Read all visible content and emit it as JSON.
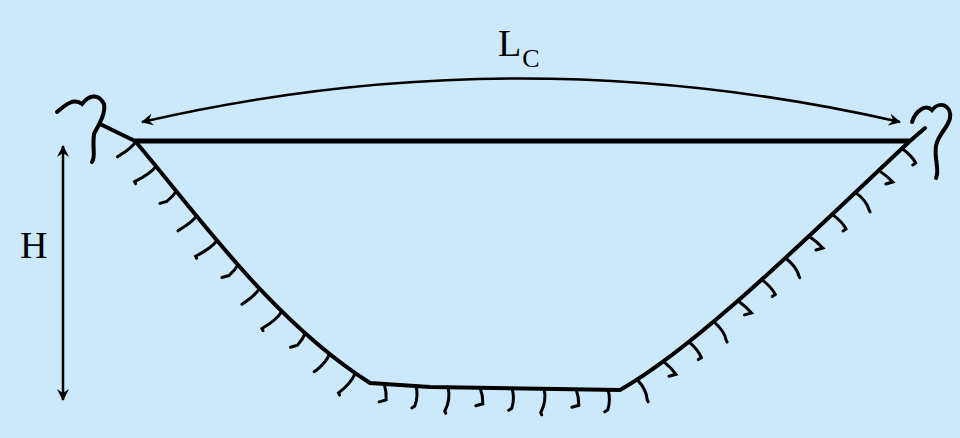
{
  "diagram": {
    "labels": [
      "L",
      "C",
      "H"
    ]
  }
}
